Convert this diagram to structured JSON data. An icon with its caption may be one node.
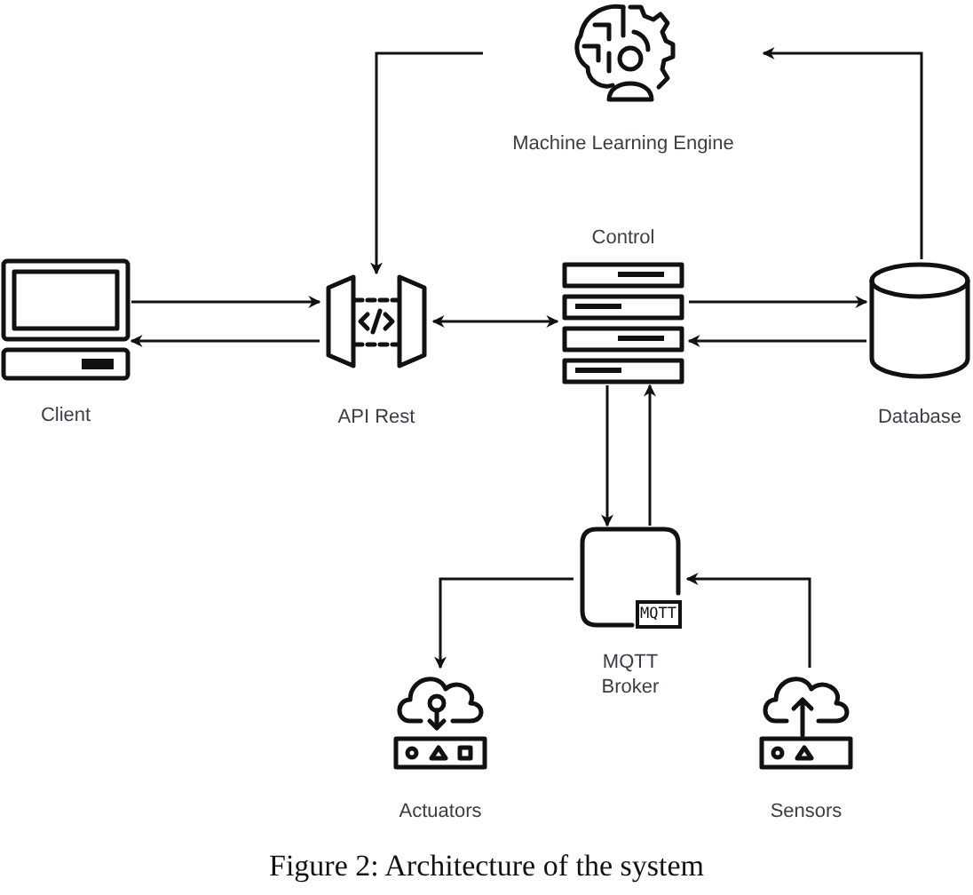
{
  "diagram": {
    "caption": "Figure 2: Architecture of the system",
    "nodes": [
      {
        "text": [
          "Machine Learning Engine"
        ]
      },
      {
        "text": [
          "Client"
        ]
      },
      {
        "text": [
          "API Rest"
        ]
      },
      {
        "text": [
          "Control"
        ]
      },
      {
        "text": [
          "Database"
        ]
      },
      {
        "text": [
          "MQTT Broker"
        ]
      },
      {
        "text": [
          "Actuators"
        ]
      },
      {
        "text": [
          "Sensors"
        ]
      }
    ],
    "edges": [
      {
        "from": 4,
        "to": 0,
        "arrow": "to"
      },
      {
        "from": 0,
        "to": 2,
        "arrow": "to"
      },
      {
        "from": 1,
        "to": 2,
        "arrow": "to"
      },
      {
        "from": 2,
        "to": 1,
        "arrow": "to"
      },
      {
        "from": 2,
        "to": 3,
        "arrow": "both"
      },
      {
        "from": 3,
        "to": 4,
        "arrow": "to"
      },
      {
        "from": 4,
        "to": 3,
        "arrow": "to"
      },
      {
        "from": 3,
        "to": 5,
        "arrow": "to"
      },
      {
        "from": 5,
        "to": 3,
        "arrow": "to"
      },
      {
        "from": 5,
        "to": 6,
        "arrow": "to"
      },
      {
        "from": 7,
        "to": 5,
        "arrow": "to"
      }
    ],
    "labels": [
      "MQTT"
    ]
  }
}
